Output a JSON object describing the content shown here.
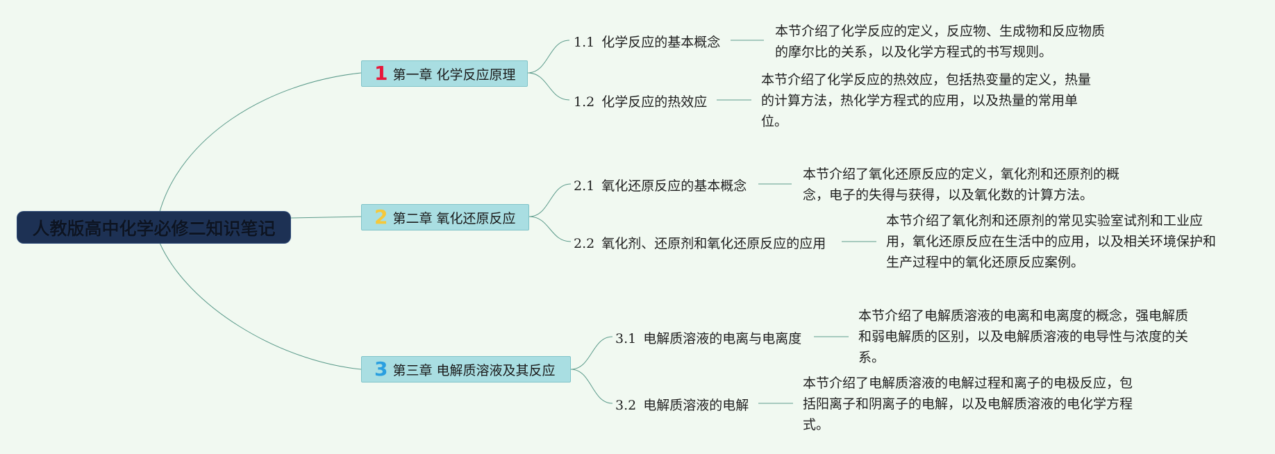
{
  "root": {
    "title": "人教版高中化学必修二知识笔记"
  },
  "chapters": [
    {
      "number": "1",
      "number_color": "#e8173a",
      "title": "第一章 化学反应原理",
      "sections": [
        {
          "number": "1.1",
          "title": "化学反应的基本概念",
          "desc_lines": [
            "本节介绍了化学反应的定义，反应物、生成物和反应物质",
            "的摩尔比的关系，以及化学方程式的书写规则。"
          ]
        },
        {
          "number": "1.2",
          "title": "化学反应的热效应",
          "desc_lines": [
            "本节介绍了化学反应的热效应，包括热变量的定义，热量",
            "的计算方法，热化学方程式的应用，以及热量的常用单",
            "位。"
          ]
        }
      ]
    },
    {
      "number": "2",
      "number_color": "#f5c83a",
      "title": "第二章 氧化还原反应",
      "sections": [
        {
          "number": "2.1",
          "title": "氧化还原反应的基本概念",
          "desc_lines": [
            "本节介绍了氧化还原反应的定义，氧化剂和还原剂的概",
            "念，电子的失得与获得，以及氧化数的计算方法。"
          ]
        },
        {
          "number": "2.2",
          "title": "氧化剂、还原剂和氧化还原反应的应用",
          "desc_lines": [
            "本节介绍了氧化剂和还原剂的常见实验室试剂和工业应",
            "用，氧化还原反应在生活中的应用，以及相关环境保护和",
            "生产过程中的氧化还原反应案例。"
          ]
        }
      ]
    },
    {
      "number": "3",
      "number_color": "#2a9fe0",
      "title": "第三章 电解质溶液及其反应",
      "sections": [
        {
          "number": "3.1",
          "title": "电解质溶液的电离与电离度",
          "desc_lines": [
            "本节介绍了电解质溶液的电离和电离度的概念，强电解质",
            "和弱电解质的区别，以及电解质溶液的电导性与浓度的关",
            "系。"
          ]
        },
        {
          "number": "3.2",
          "title": "电解质溶液的电解",
          "desc_lines": [
            "本节介绍了电解质溶液的电解过程和离子的电极反应，包",
            "括阳离子和阴离子的电解，以及电解质溶液的电化学方程",
            "式。"
          ]
        }
      ]
    }
  ],
  "colors": {
    "background": "#f1f9f1",
    "root_fill": "#1d3154",
    "chapter_fill": "#a9dee2",
    "connector": "#5a9a8a"
  }
}
